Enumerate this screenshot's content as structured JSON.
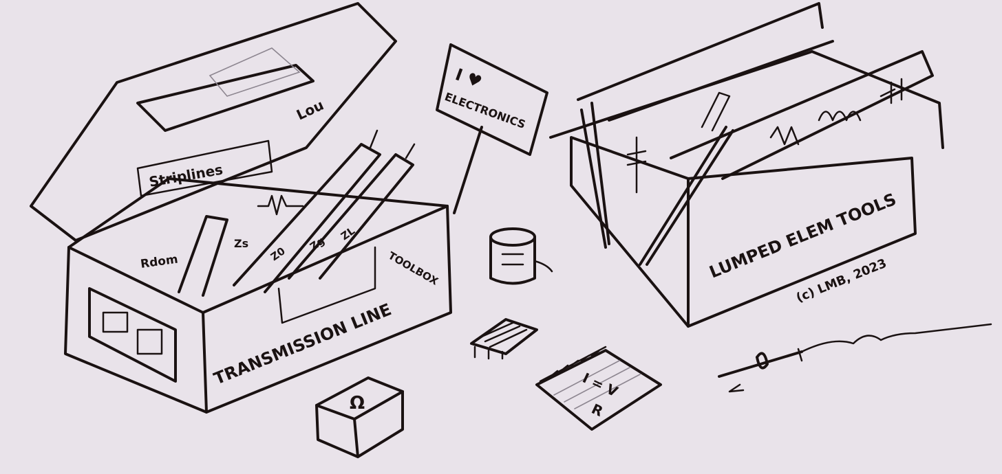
{
  "colors": {
    "paper": "#e9e3ea",
    "ink": "#1a1212",
    "pencil": "#8d8690"
  },
  "left_box": {
    "side_label": "TRANSMISSION LINE",
    "toolbox_label": "TOOLBOX",
    "lid_label": "Lou",
    "striplines_label": "Striplines",
    "rdom_label": "Rdom",
    "mark_zs": "Zs",
    "mark_zo": "Z0",
    "mark_zg": "Zg",
    "mark_zl": "ZL"
  },
  "sign": {
    "text": "I ♥ ELECTRONICS",
    "line1": "I ♥",
    "line2": "ELECTRONICS"
  },
  "right_box": {
    "side_label": "LUMPED ELEM TOOLS",
    "copyright": "(c) LMB, 2023"
  },
  "small_box": {
    "symbol": "Ω"
  },
  "notepad": {
    "formula_top": "I = V",
    "formula_bottom": "R"
  },
  "icons": [
    "capacitor-can-icon",
    "ic-chip-icon",
    "ohm-box-icon",
    "notepad-icon",
    "soldering-iron-icon"
  ]
}
